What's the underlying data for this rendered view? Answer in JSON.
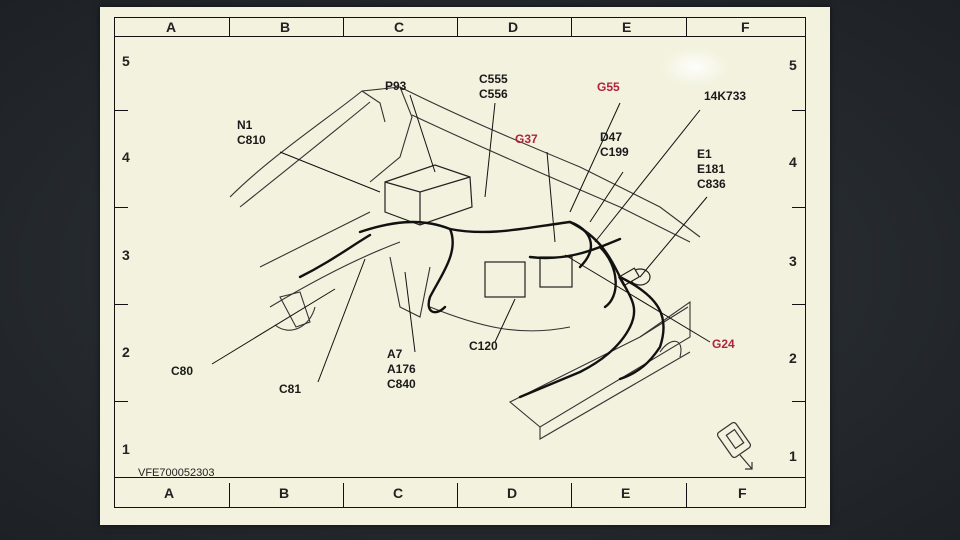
{
  "diagram": {
    "doc_id": "VFE700052303",
    "grid": {
      "columns": [
        "A",
        "B",
        "C",
        "D",
        "E",
        "F"
      ],
      "rows": [
        "5",
        "4",
        "3",
        "2",
        "1"
      ]
    },
    "callouts": {
      "p93": "P93",
      "c555": "C555\nC556",
      "g55": "G55",
      "k733": "14K733",
      "n1": "N1\nC810",
      "g37": "G37",
      "d47": "D47\nC199",
      "e1": "E1\nE181\nC836",
      "c80": "C80",
      "c81": "C81",
      "a7": "A7\nA176\nC840",
      "c120": "C120",
      "g24": "G24"
    },
    "colors": {
      "ground_label": "#b0233c",
      "label": "#1a1a1a",
      "paper": "#f2f2de"
    }
  }
}
